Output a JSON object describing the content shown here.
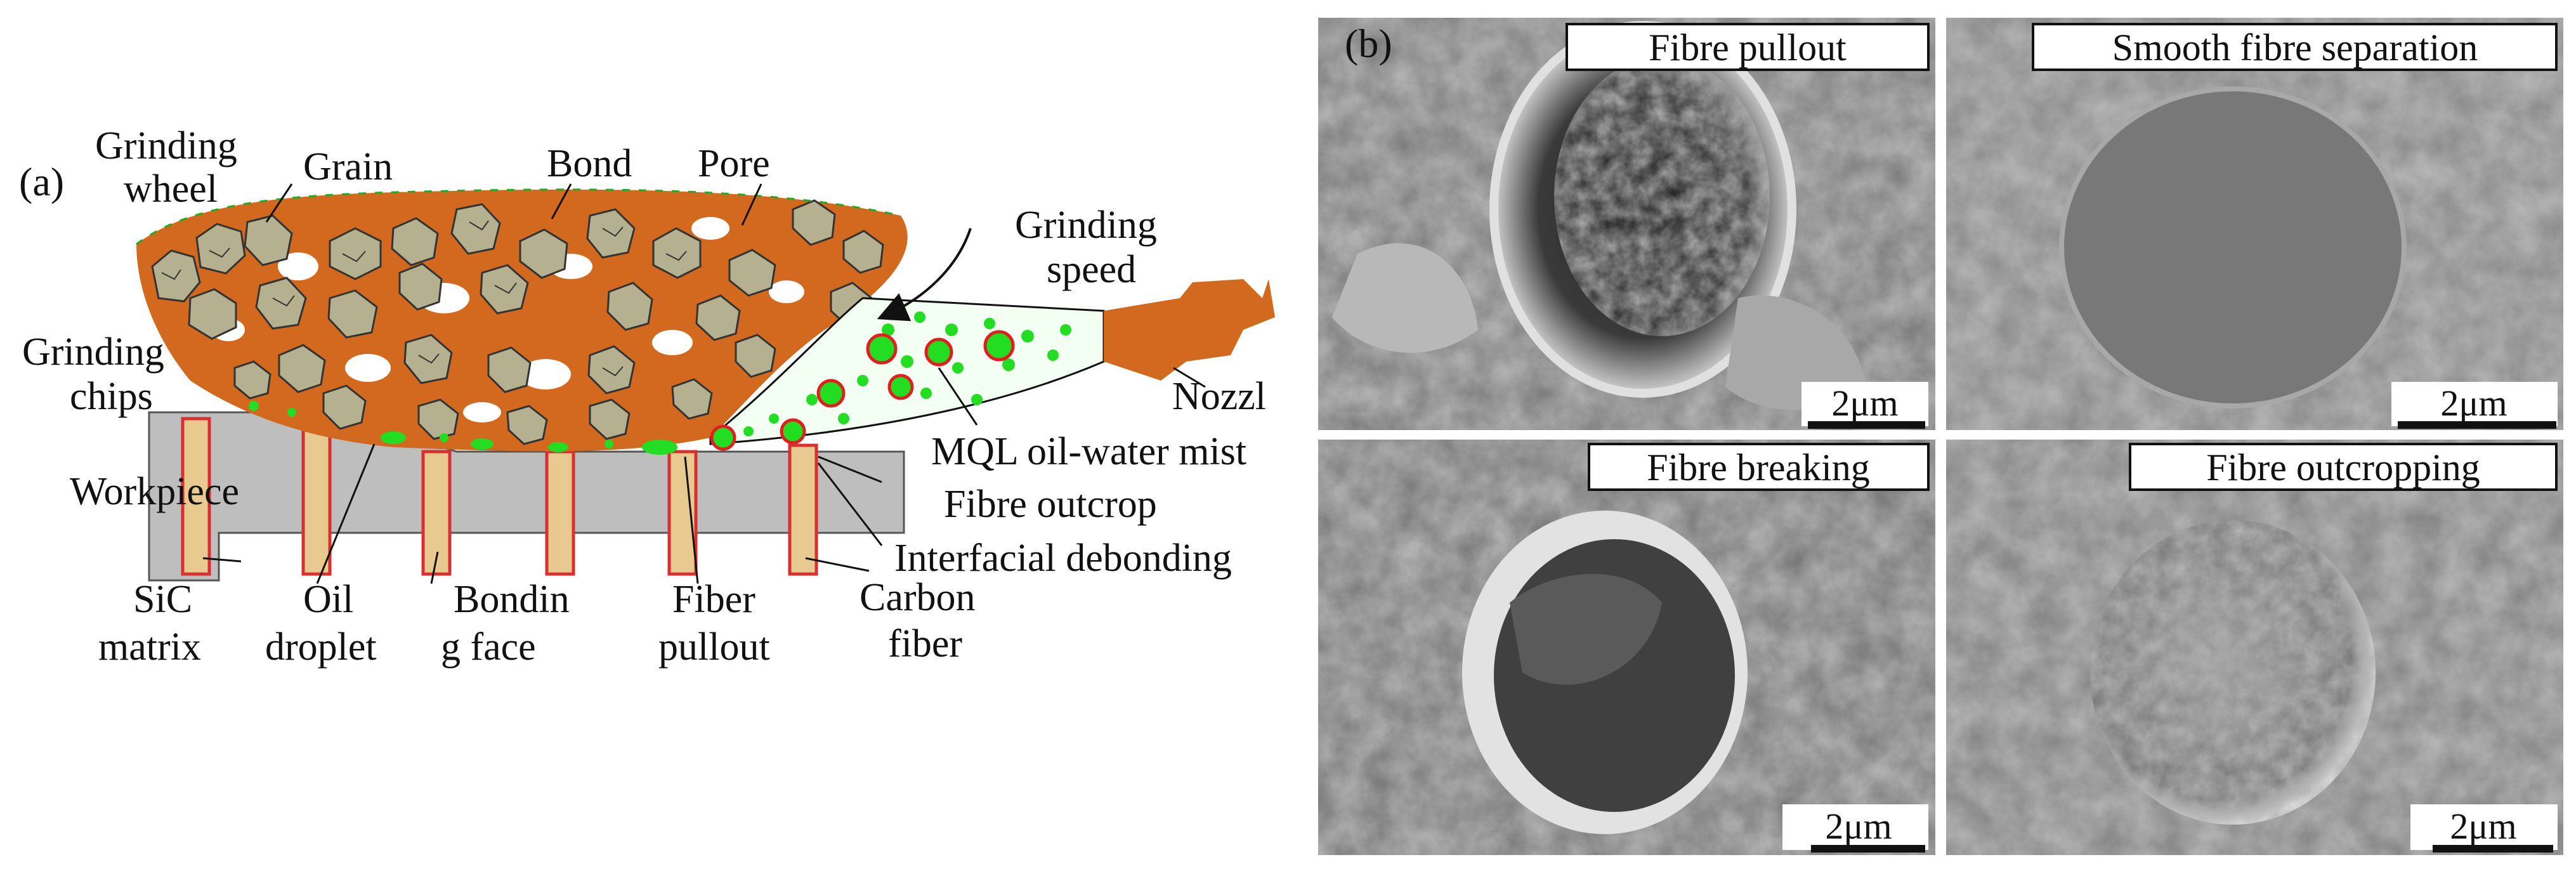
{
  "panel_a": {
    "label": "(a)",
    "labels": {
      "grinding_wheel_1": "Grinding",
      "grinding_wheel_2": "wheel",
      "grain": "Grain",
      "bond": "Bond",
      "pore": "Pore",
      "grinding_speed_1": "Grinding",
      "grinding_speed_2": "speed",
      "grinding_chips_1": "Grinding",
      "grinding_chips_2": "chips",
      "nozzle": "Nozzl",
      "mql": "MQL  oil-water mist",
      "workpiece": "Workpiece",
      "fibre_outcrop": "Fibre outcrop",
      "interfacial_debonding": "Interfacial debonding",
      "sic_matrix_1": "SiC",
      "sic_matrix_2": "matrix",
      "oil_droplet_1": "Oil",
      "oil_droplet_2": "droplet",
      "bonding_face_1": "Bondin",
      "bonding_face_2": "g face",
      "fiber_pullout_1": "Fiber",
      "fiber_pullout_2": "pullout",
      "carbon_fiber_1": "Carbon",
      "carbon_fiber_2": "fiber"
    },
    "colors": {
      "bond": "#d2691e",
      "grain": "#b5b08f",
      "workpiece": "#bebebe",
      "fiber": "#e8c98f",
      "fiber_edge": "#d83030",
      "droplet_green": "#22dd22",
      "droplet_red": "#e02020"
    }
  },
  "panel_b": {
    "label": "(b)",
    "images": [
      {
        "title": "Fibre pullout",
        "scale": "2μm"
      },
      {
        "title": "Smooth fibre separation",
        "scale": "2μm"
      },
      {
        "title": "Fibre breaking",
        "scale": "2μm"
      },
      {
        "title": "Fibre outcropping",
        "scale": "2μm"
      }
    ]
  }
}
